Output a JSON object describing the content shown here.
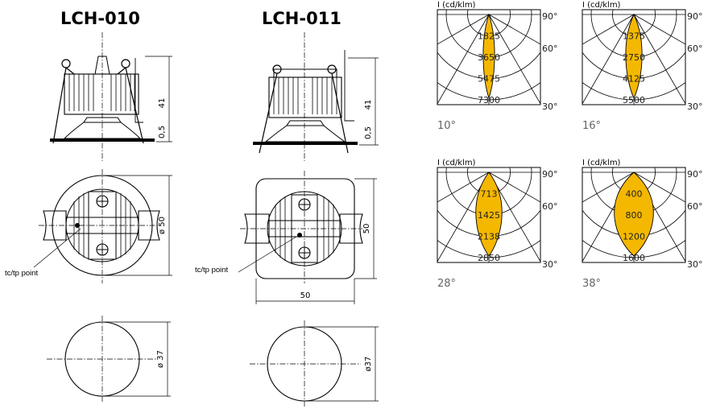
{
  "products": [
    {
      "model": "LCH-010",
      "height_dim": "41",
      "gap_dim": "0,5",
      "diameter_label": "ø 50",
      "lamp_diameter_label": "ø 37",
      "tc_label": "tc/tp point"
    },
    {
      "model": "LCH-011",
      "height_dim": "41",
      "gap_dim": "0,5",
      "side_label": "50",
      "width_label": "50",
      "lamp_diameter_label": "ø37",
      "tc_label": "tc/tp point"
    }
  ],
  "polar_charts": [
    {
      "unit_label": "I (cd/klm)",
      "beam_angle": "10°",
      "ring_values": [
        "1825",
        "3650",
        "5475",
        "7300"
      ],
      "angle_labels": [
        "90°",
        "60°",
        "30°"
      ],
      "beam_half_width": 0.07
    },
    {
      "unit_label": "I (cd/klm)",
      "beam_angle": "16°",
      "ring_values": [
        "1375",
        "2750",
        "4125",
        "5500"
      ],
      "angle_labels": [
        "90°",
        "60°",
        "30°"
      ],
      "beam_half_width": 0.1
    },
    {
      "unit_label": "I (cd/klm)",
      "beam_angle": "28°",
      "ring_values": [
        "713",
        "1425",
        "2138",
        "2850"
      ],
      "angle_labels": [
        "90°",
        "60°",
        "30°"
      ],
      "beam_half_width": 0.16
    },
    {
      "unit_label": "I (cd/klm)",
      "beam_angle": "38°",
      "ring_values": [
        "400",
        "800",
        "1200",
        "1600"
      ],
      "angle_labels": [
        "90°",
        "60°",
        "30°"
      ],
      "beam_half_width": 0.24
    }
  ],
  "colors": {
    "beam_fill": "#f5b800",
    "line": "#000000",
    "label_grey": "#666666"
  }
}
